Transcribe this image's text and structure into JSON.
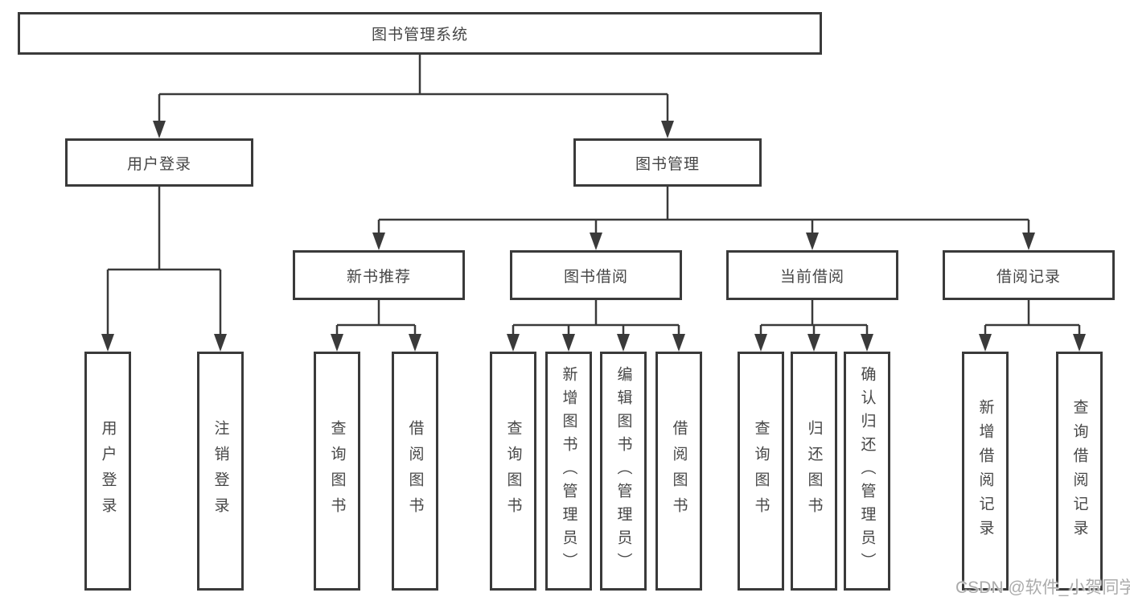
{
  "root": {
    "label": "图书管理系统"
  },
  "level2": {
    "user_login": "用户登录",
    "book_mgmt": "图书管理"
  },
  "level3": {
    "new_books": "新书推荐",
    "borrowing": "图书借阅",
    "current": "当前借阅",
    "records": "借阅记录"
  },
  "leaves": {
    "user_login": [
      "用户登录",
      "注销登录"
    ],
    "new_books": [
      "查询图书",
      "借阅图书"
    ],
    "borrowing": [
      "查询图书",
      "新增图书（管理员）",
      "编辑图书（管理员）",
      "借阅图书"
    ],
    "current": [
      "查询图书",
      "归还图书",
      "确认归还（管理员）"
    ],
    "records": [
      "新增借阅记录",
      "查询借阅记录"
    ]
  },
  "watermark": "CSDN @软件_小贺同学",
  "colors": {
    "line": "#3a3a3a",
    "box_border": "#3a3a3a",
    "text": "#474747",
    "background": "#ffffff",
    "watermark": "#ababab"
  }
}
